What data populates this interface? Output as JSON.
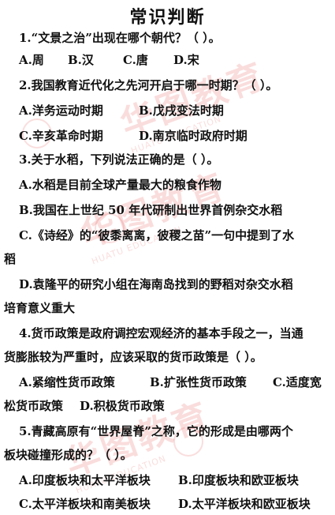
{
  "title": "常识判断",
  "q1": {
    "stem": "1.“文景之治”出现在哪个朝代？（      ）。",
    "options": [
      "A.周",
      "B.汉",
      "C.唐",
      "D.宋"
    ]
  },
  "q2": {
    "stem": "2.我国教育近代化之先河开启于哪一时期？（      ）。",
    "options": [
      "A.洋务运动时期",
      "B.戊戌变法时期",
      "C.辛亥革命时期",
      "D.南京临时政府时期"
    ]
  },
  "q3": {
    "stem": "3.关于水稻，下列说法正确的是（      ）。",
    "optA": "A.水稻是目前全球产量最大的粮食作物",
    "optB": "B.我国在上世纪 50 年代研制出世界首例杂交水稻",
    "optC_line1": "C.《诗经》的“彼黍离离，彼稷之苗”一句中提到了水",
    "optC_line2": "稻",
    "optD_line1": "D.袁隆平的研究小组在海南岛找到的野稻对杂交水稻",
    "optD_line2": "培育意义重大"
  },
  "q4": {
    "stem_line1": "4.货币政策是政府调控宏观经济的基本手段之一，当通",
    "stem_line2": "货膨胀较为严重时，应该采取的货币政策是（      ）。",
    "optA": "A.紧缩性货币政策",
    "optB": "B.扩张性货币政策",
    "optC_part1": "C.适度宽",
    "optC_part2": "松货币政策",
    "optD": "D.积极货币政策"
  },
  "q5": {
    "stem_line1": "5.青藏高原有“世界屋脊”之称，它的形成是由哪两个",
    "stem_line2": "板块碰撞形成的？（      ）。",
    "options": [
      "A.印度板块和太平洋板块",
      "B.印度板块和欧亚板块",
      "C.太平洋板块和南美板块",
      "D.太平洋板块和欧亚板块"
    ]
  },
  "watermark": {
    "brand": "华图教育",
    "sub": "HUATU EDUCATION",
    "color": "#e0302f"
  }
}
